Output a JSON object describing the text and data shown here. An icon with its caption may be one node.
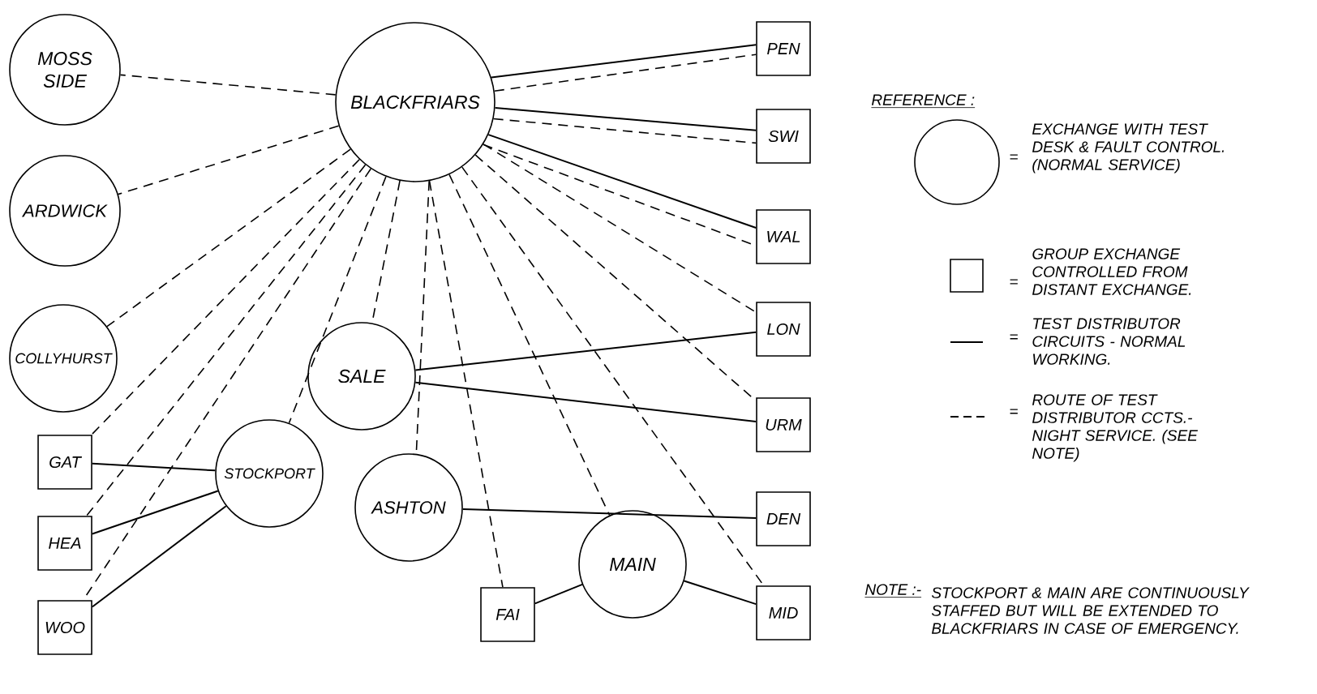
{
  "diagram": {
    "nodes": [
      {
        "text": [
          "BLACKFRIARS"
        ]
      },
      {
        "text": [
          "MOSS SIDE"
        ]
      },
      {
        "text": [
          "ARDWICK"
        ]
      },
      {
        "text": [
          "COLLYHURST"
        ]
      },
      {
        "text": [
          "PEN"
        ]
      },
      {
        "text": [
          "SWI"
        ]
      },
      {
        "text": [
          "WAL"
        ]
      },
      {
        "text": [
          "LON"
        ]
      },
      {
        "text": [
          "SALE"
        ]
      },
      {
        "text": [
          "URM"
        ]
      },
      {
        "text": [
          "GAT"
        ]
      },
      {
        "text": [
          "STOCKPORT"
        ]
      },
      {
        "text": [
          "ASHTON"
        ]
      },
      {
        "text": [
          "DEN"
        ]
      },
      {
        "text": [
          "HEA"
        ]
      },
      {
        "text": [
          "MAIN"
        ]
      },
      {
        "text": [
          "FAI"
        ]
      },
      {
        "text": [
          "MID"
        ]
      },
      {
        "text": [
          "WOO"
        ]
      }
    ],
    "edges": [
      {
        "from": 0,
        "to": 1,
        "arrow": "none",
        "style": "dashed"
      },
      {
        "from": 0,
        "to": 2,
        "arrow": "none",
        "style": "dashed"
      },
      {
        "from": 0,
        "to": 3,
        "arrow": "none",
        "style": "dashed"
      },
      {
        "from": 0,
        "to": 4,
        "arrow": "none"
      },
      {
        "from": 0,
        "to": 4,
        "arrow": "none",
        "style": "dashed"
      },
      {
        "from": 0,
        "to": 5,
        "arrow": "none"
      },
      {
        "from": 0,
        "to": 5,
        "arrow": "none",
        "style": "dashed"
      },
      {
        "from": 0,
        "to": 6,
        "arrow": "none"
      },
      {
        "from": 0,
        "to": 6,
        "arrow": "none",
        "style": "dashed"
      },
      {
        "from": 0,
        "to": 7,
        "arrow": "none",
        "style": "dashed"
      },
      {
        "from": 0,
        "to": 9,
        "arrow": "none",
        "style": "dashed"
      },
      {
        "from": 0,
        "to": 17,
        "arrow": "none",
        "style": "dashed"
      },
      {
        "from": 0,
        "to": 15,
        "arrow": "none",
        "style": "dashed"
      },
      {
        "from": 0,
        "to": 16,
        "arrow": "none",
        "style": "dashed"
      },
      {
        "from": 0,
        "to": 12,
        "arrow": "none",
        "style": "dashed"
      },
      {
        "from": 0,
        "to": 8,
        "arrow": "none",
        "style": "dashed"
      },
      {
        "from": 0,
        "to": 11,
        "arrow": "none",
        "style": "dashed"
      },
      {
        "from": 0,
        "to": 10,
        "arrow": "none",
        "style": "dashed"
      },
      {
        "from": 0,
        "to": 14,
        "arrow": "none",
        "style": "dashed"
      },
      {
        "from": 0,
        "to": 18,
        "arrow": "none",
        "style": "dashed"
      },
      {
        "from": 8,
        "to": 7,
        "arrow": "none"
      },
      {
        "from": 8,
        "to": 9,
        "arrow": "none"
      },
      {
        "from": 12,
        "to": 13,
        "arrow": "none"
      },
      {
        "from": 11,
        "to": 10,
        "arrow": "none"
      },
      {
        "from": 11,
        "to": 14,
        "arrow": "none"
      },
      {
        "from": 11,
        "to": 18,
        "arrow": "none"
      },
      {
        "from": 15,
        "to": 16,
        "arrow": "none"
      },
      {
        "from": 15,
        "to": 17,
        "arrow": "none"
      }
    ],
    "labels": [
      "REFERENCE :",
      "=",
      "=",
      "=",
      "=",
      "NOTE :-",
      "STOCKPORT & MAIN ARE CONTINUOUSLY STAFFED BUT WILL BE EXTENDED TO BLACKFRIARS IN CASE OF EMERGENCY."
    ],
    "legend": [
      {
        "text": "EXCHANGE WITH TEST DESK & FAULT CONTROL. (NORMAL SERVICE)"
      },
      {
        "text": "GROUP EXCHANGE CONTROLLED FROM DISTANT EXCHANGE."
      },
      {
        "text": "TEST DISTRIBUTOR CIRCUITS - NORMAL WORKING."
      },
      {
        "text": "ROUTE OF TEST DISTRIBUTOR CCTS.- NIGHT SERVICE. (SEE NOTE)"
      }
    ]
  }
}
